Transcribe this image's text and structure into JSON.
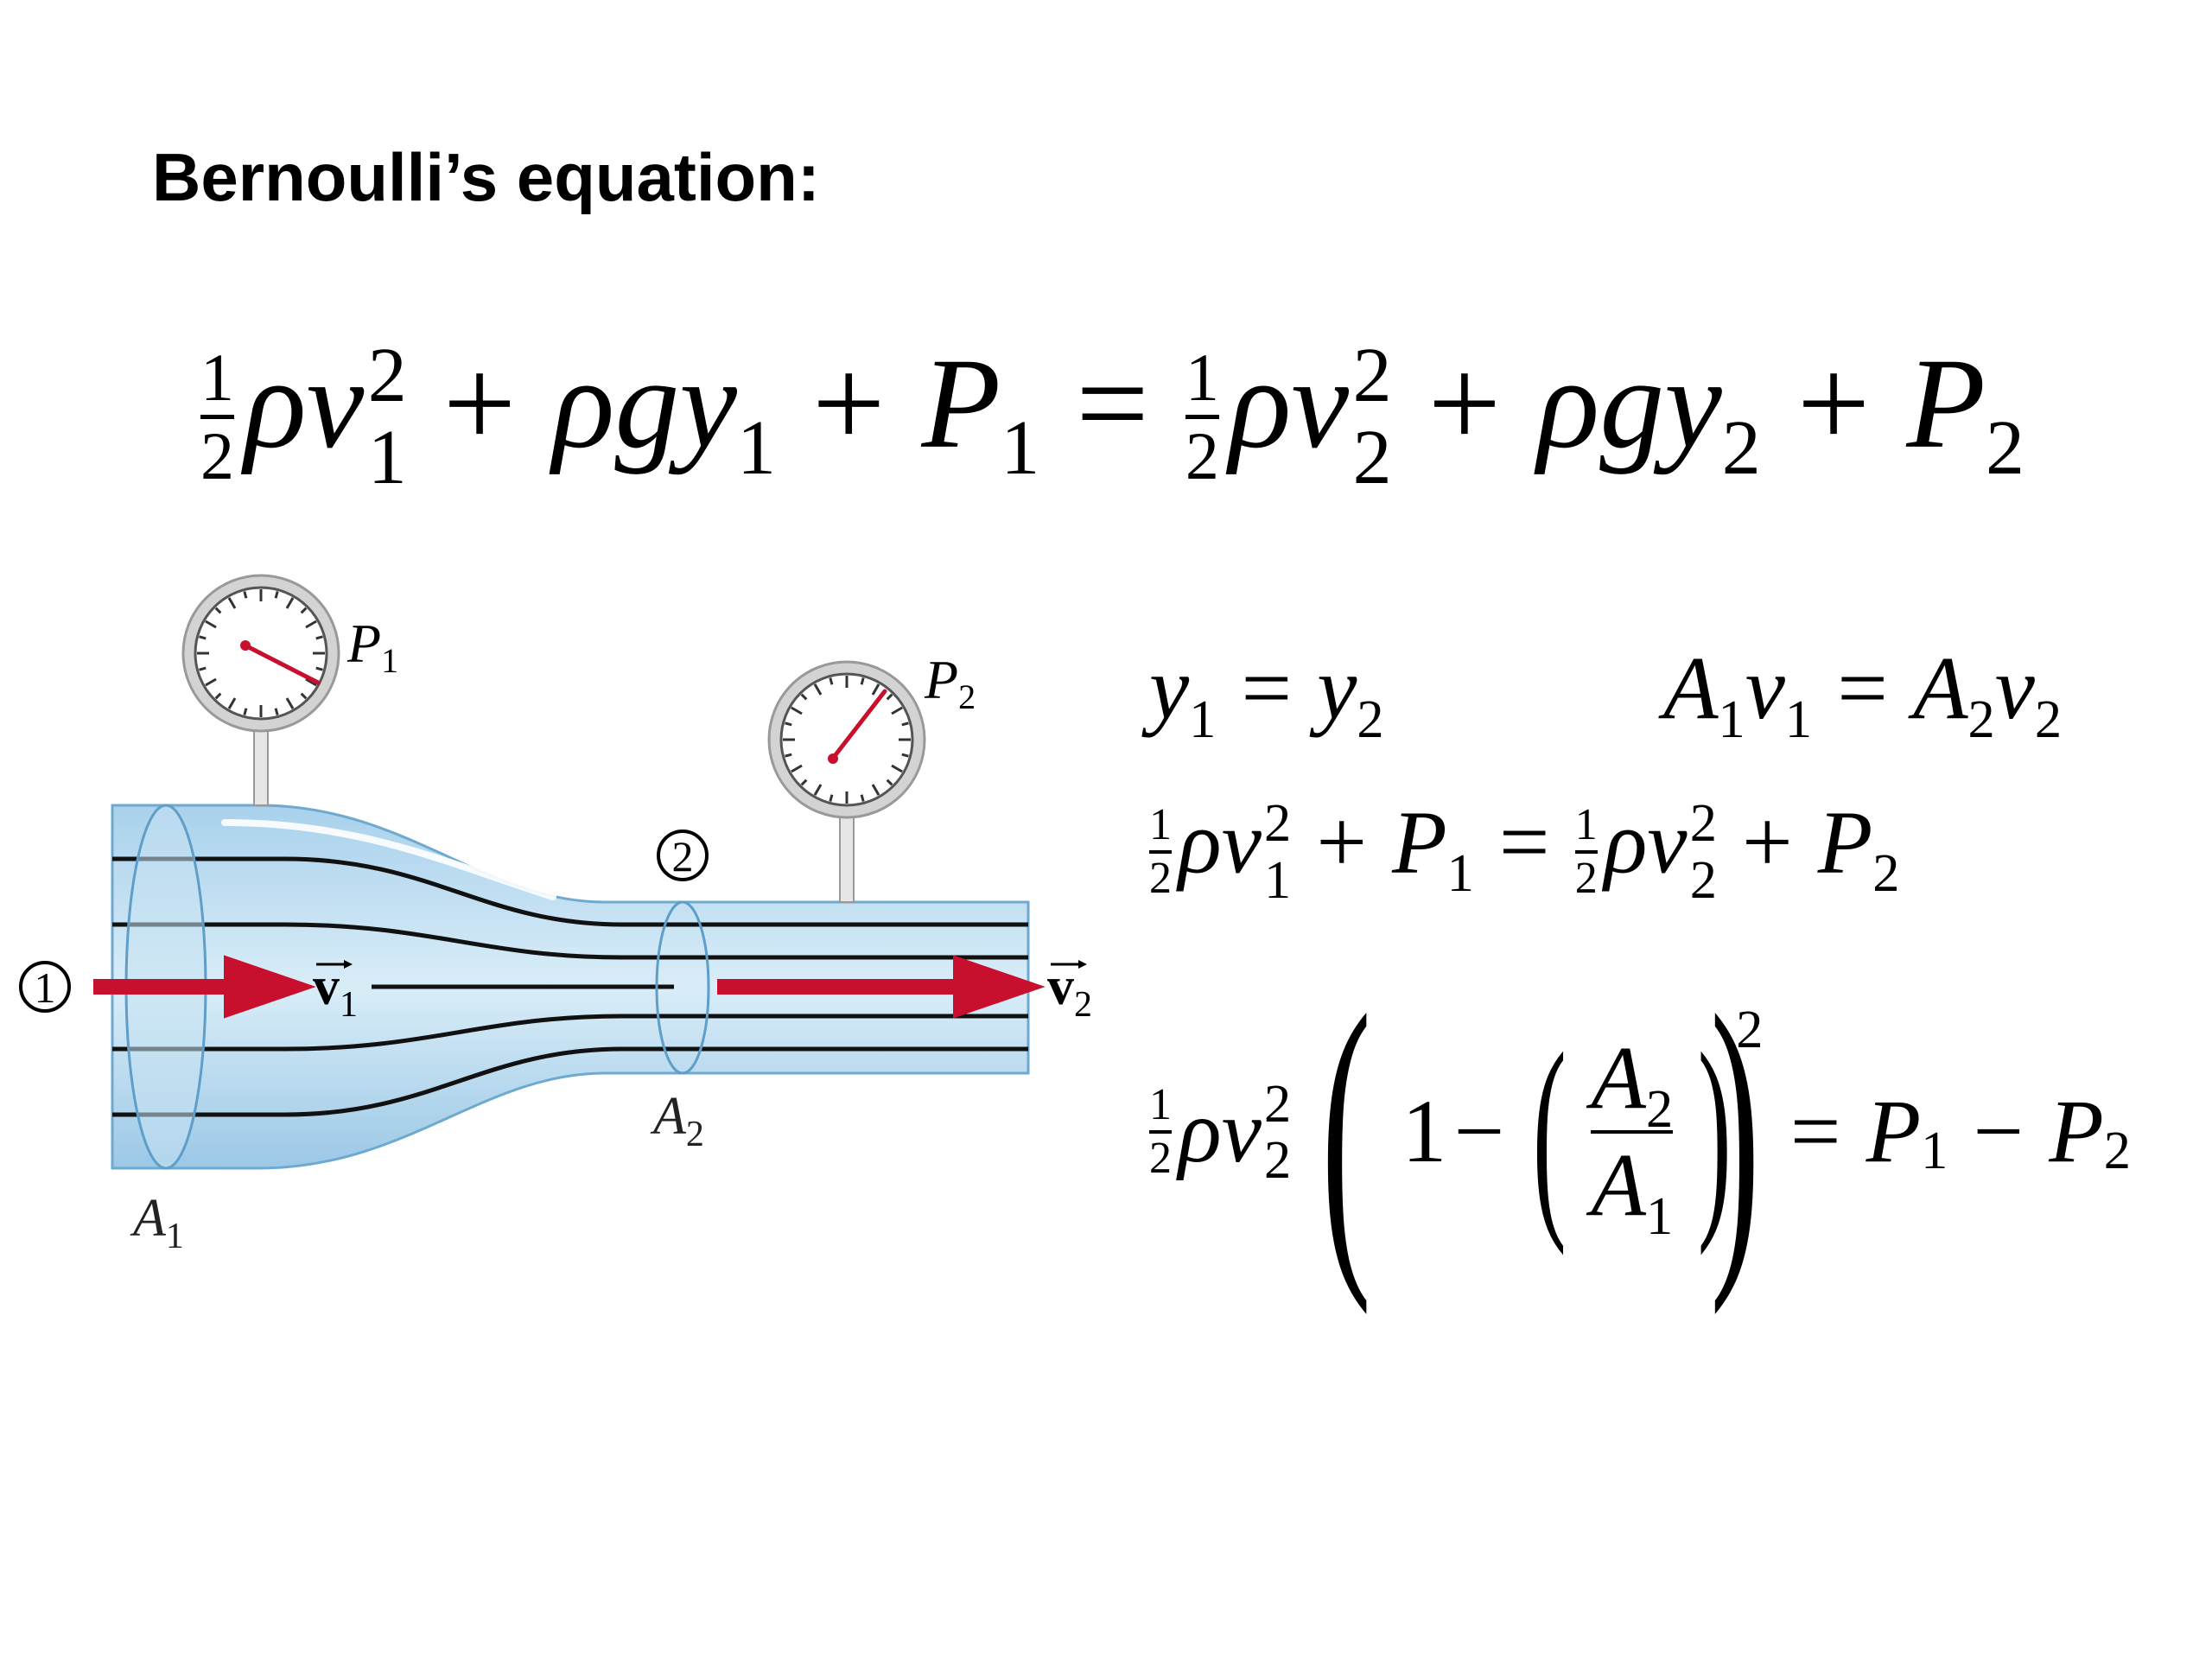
{
  "title": "Bernoulli’s equation:",
  "main_equation": {
    "half": {
      "num": "1",
      "den": "2"
    },
    "rho": "ρ",
    "g": "g",
    "v": "v",
    "y": "y",
    "P": "P",
    "plus": "+",
    "equals": "=",
    "sub1": "1",
    "sub2": "2",
    "sq": "2"
  },
  "diagram": {
    "pressure_label_1": {
      "base": "P",
      "sub": "1"
    },
    "pressure_label_2": {
      "base": "P",
      "sub": "2"
    },
    "section_marker_1": "1",
    "section_marker_2": "2",
    "area_label_1": {
      "base": "A",
      "sub": "1"
    },
    "area_label_2": {
      "base": "A",
      "sub": "2"
    },
    "velocity_label_1": {
      "base": "v",
      "sub": "1"
    },
    "velocity_label_2": {
      "base": "v",
      "sub": "2"
    },
    "colors": {
      "fluid": "#bcdcf0",
      "fluid_edge": "#6ea9cf",
      "arrow": "#c8102e",
      "streamline": "#111111",
      "gauge_rim": "#b8b8b8",
      "needle": "#c8102e"
    }
  },
  "equations": {
    "height_equal": {
      "y": "y",
      "sub1": "1",
      "sub2": "2",
      "equals": "="
    },
    "continuity": {
      "A": "A",
      "v": "v",
      "sub1": "1",
      "sub2": "2",
      "equals": "="
    },
    "bernoulli_level": {
      "half_num": "1",
      "half_den": "2",
      "rho": "ρ",
      "v": "v",
      "P": "P",
      "sub1": "1",
      "sub2": "2",
      "sq": "2",
      "plus": "+",
      "equals": "="
    },
    "result": {
      "half_num": "1",
      "half_den": "2",
      "rho": "ρ",
      "v": "v",
      "sub2": "2",
      "sq": "2",
      "one": "1",
      "minus": "−",
      "ratio_num": "A",
      "ratio_num_sub": "2",
      "ratio_den": "A",
      "ratio_den_sub": "1",
      "outer_exp": "2",
      "equals": "=",
      "P": "P",
      "sub1": "1"
    }
  }
}
